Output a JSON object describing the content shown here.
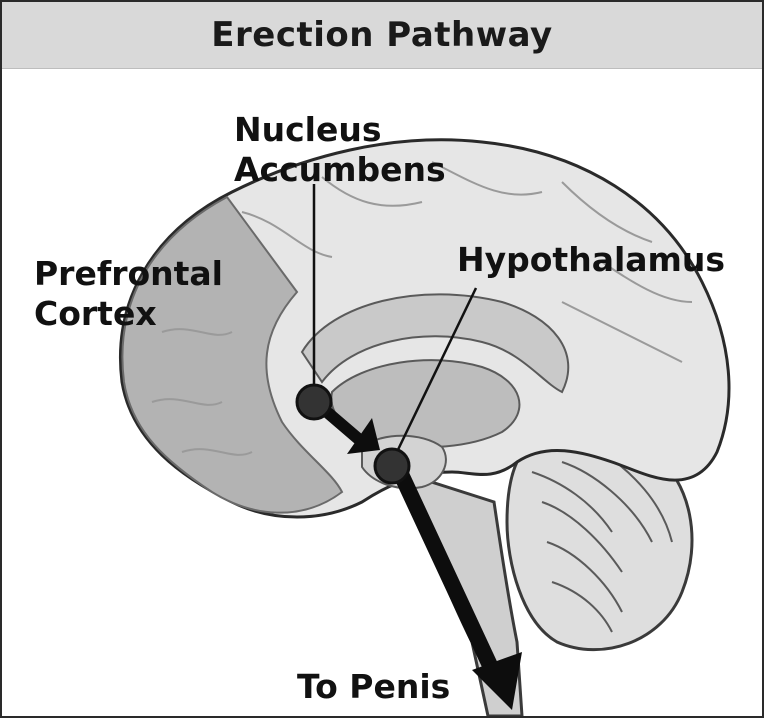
{
  "title": "Erection Pathway",
  "labels": {
    "nucleus_accumbens_line1": "Nucleus",
    "nucleus_accumbens_line2": "Accumbens",
    "prefrontal_line1": "Prefrontal",
    "prefrontal_line2": "Cortex",
    "hypothalamus": "Hypothalamus",
    "to_penis": "To Penis"
  },
  "colors": {
    "title_bg": "#d9d9d9",
    "cortex": "#e6e6e6",
    "prefrontal_region": "#b3b3b3",
    "deep_region": "#c9c9c9",
    "cerebellum": "#dedede",
    "brainstem": "#cfcfcf",
    "nucleus_marker": "#333333",
    "arrow": "#0d0d0d"
  }
}
